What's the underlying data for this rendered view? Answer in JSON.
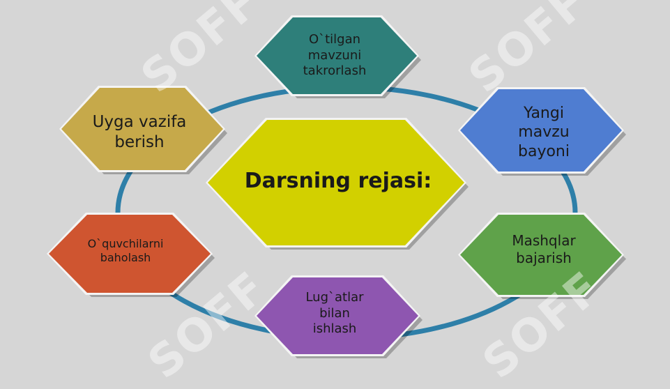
{
  "diagram": {
    "center": {
      "text": "Darsning rejasi:",
      "color": "#d2d000"
    },
    "steps": [
      {
        "id": "review",
        "text": "O`tilgan mavzuni takrorlash",
        "color": "#2e7f7a"
      },
      {
        "id": "new-topic",
        "text": "Yangi mavzu bayoni",
        "color": "#4f7dd1"
      },
      {
        "id": "exercises",
        "text": "Mashqlar bajarish",
        "color": "#5fa24a"
      },
      {
        "id": "vocab",
        "text": "Lug`atlar bilan ishlash",
        "color": "#8e56b0"
      },
      {
        "id": "grading",
        "text": "O`quvchilarni baholash",
        "color": "#cf5530"
      },
      {
        "id": "homework",
        "text": "Uyga vazifa berish",
        "color": "#c6a94a"
      }
    ],
    "ring_color": "#2e7fa8",
    "watermark": "SOFF"
  }
}
